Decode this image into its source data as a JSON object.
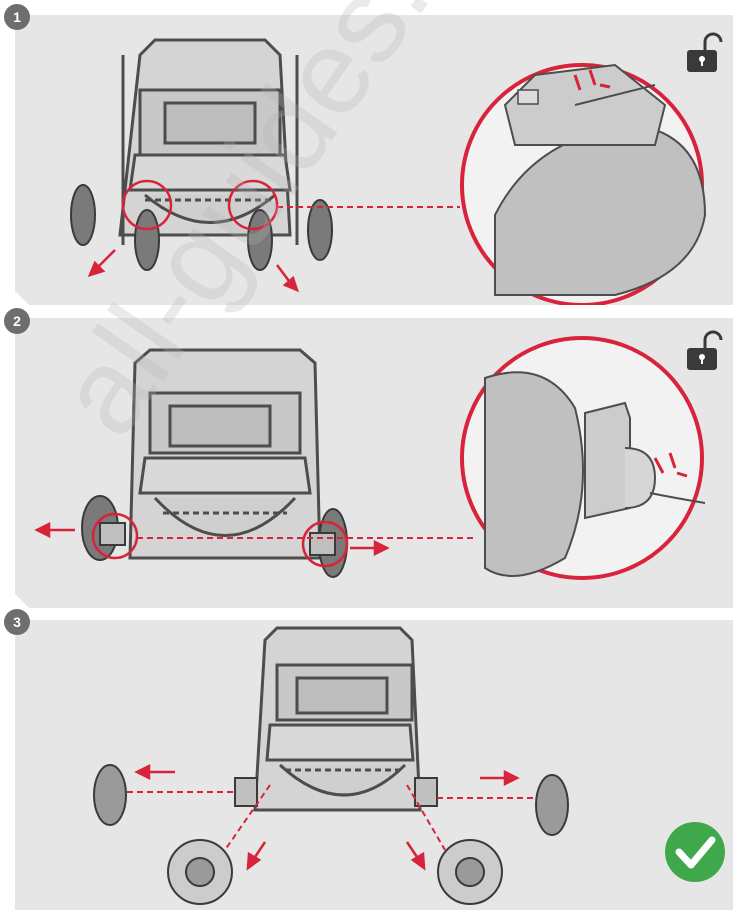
{
  "steps": [
    {
      "number": "1",
      "icon": "unlock-icon"
    },
    {
      "number": "2",
      "icon": "unlock-icon"
    },
    {
      "number": "3",
      "icon": "check-icon"
    }
  ],
  "watermark": "all-guides.com",
  "colors": {
    "accent": "#d8233a",
    "panel": "#e6e6e6",
    "badge": "#6d6e70",
    "success": "#3fa84b"
  }
}
